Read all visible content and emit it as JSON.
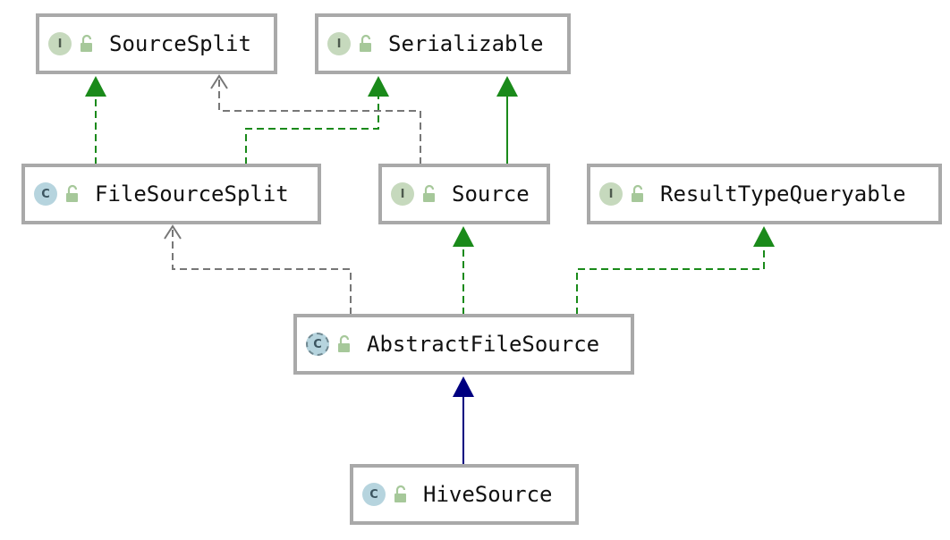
{
  "colors": {
    "implements": "#1a8a1a",
    "extends": "#000080",
    "dependency": "#777777",
    "node_border": "#a9a9a9",
    "interface_badge": "#c6d9bd",
    "class_badge": "#b6d4de"
  },
  "nodes": [
    {
      "id": "sourcesplit",
      "kind": "interface",
      "badge": "I",
      "label": "SourceSplit"
    },
    {
      "id": "serializable",
      "kind": "interface",
      "badge": "I",
      "label": "Serializable"
    },
    {
      "id": "filesourcesplit",
      "kind": "class",
      "badge": "C",
      "label": "FileSourceSplit"
    },
    {
      "id": "source",
      "kind": "interface",
      "badge": "I",
      "label": "Source"
    },
    {
      "id": "resulttypequeryable",
      "kind": "interface",
      "badge": "I",
      "label": "ResultTypeQueryable"
    },
    {
      "id": "abstractfilesource",
      "kind": "abstract-class",
      "badge": "C",
      "label": "AbstractFileSource"
    },
    {
      "id": "hivesource",
      "kind": "class",
      "badge": "C",
      "label": "HiveSource"
    }
  ],
  "edges": [
    {
      "from": "filesourcesplit",
      "to": "sourcesplit",
      "type": "implements"
    },
    {
      "from": "filesourcesplit",
      "to": "serializable",
      "type": "implements"
    },
    {
      "from": "source",
      "to": "sourcesplit",
      "type": "dependency"
    },
    {
      "from": "source",
      "to": "serializable",
      "type": "extends-interface"
    },
    {
      "from": "abstractfilesource",
      "to": "filesourcesplit",
      "type": "dependency"
    },
    {
      "from": "abstractfilesource",
      "to": "source",
      "type": "implements"
    },
    {
      "from": "abstractfilesource",
      "to": "resulttypequeryable",
      "type": "implements"
    },
    {
      "from": "hivesource",
      "to": "abstractfilesource",
      "type": "extends"
    }
  ]
}
